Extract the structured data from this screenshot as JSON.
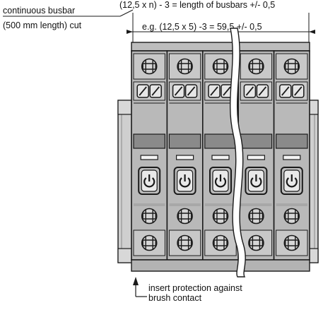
{
  "labels": {
    "busbar_line1": "continuous busbar",
    "busbar_line2": "(500 mm length) cut",
    "formula": "(12,5 x n) - 3 = length of busbars +/- 0,5",
    "example": "e.g. (12,5 x 5) -3 = 59,5 +/- 0,5",
    "protection_line1": "insert protection against",
    "protection_line2": "brush contact"
  },
  "modules": {
    "count": 5,
    "icons": [
      "screw-terminal-icon",
      "double-screw-icon",
      "power-button-icon"
    ]
  },
  "colors": {
    "housing": "#b9b9b9",
    "housing_dark": "#8a8a8a",
    "outline": "#1a1a1a",
    "rail": "#cfcfcf",
    "window": "#f3f3f3"
  }
}
